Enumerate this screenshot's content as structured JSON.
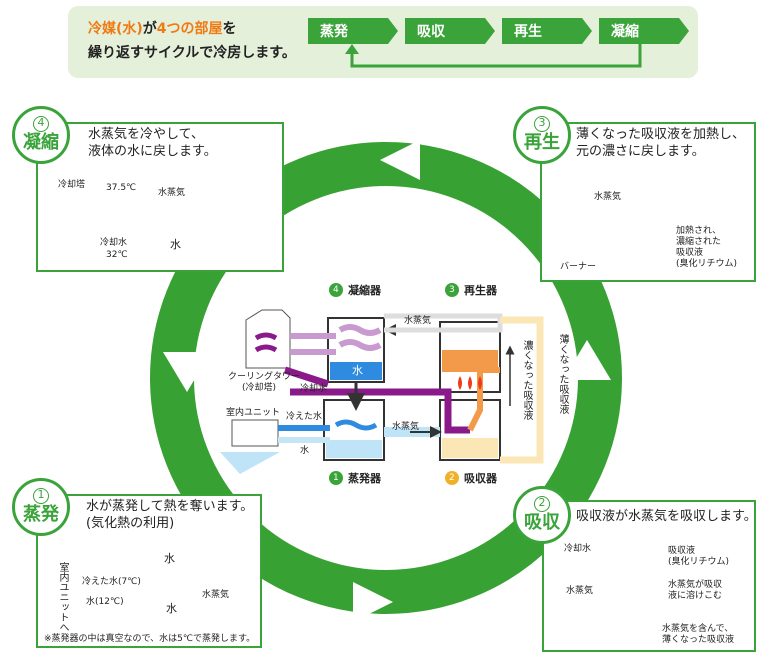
{
  "banner": {
    "line1_a": "冷媒(水)",
    "line1_b": "が",
    "line1_c": "4つの部屋",
    "line1_d": "を",
    "line2": "繰り返すサイクルで冷房します。",
    "steps": [
      "蒸発",
      "吸収",
      "再生",
      "凝縮"
    ]
  },
  "panels": {
    "condense": {
      "num": "4",
      "title": "凝縮",
      "desc1": "水蒸気を冷やして、",
      "desc2": "液体の水に戻します。",
      "labels": {
        "tower": "冷却塔",
        "temp_hot": "37.5℃",
        "vapor": "水蒸気",
        "cool_water": "冷却水",
        "temp_cool": "32℃",
        "water": "水"
      }
    },
    "regen": {
      "num": "3",
      "title": "再生",
      "desc1": "薄くなった吸収液を加熱し、",
      "desc2": "元の濃さに戻します。",
      "labels": {
        "vapor": "水蒸気",
        "heated1": "加熱され、",
        "heated2": "濃縮された",
        "heated3": "吸収液",
        "heated4": "(臭化リチウム)",
        "burner": "バーナー"
      }
    },
    "evap": {
      "num": "1",
      "title": "蒸発",
      "desc1": "水が蒸発して熱を奪います。",
      "desc2": "(気化熱の利用)",
      "labels": {
        "water": "水",
        "unit": "室内ユニットへ",
        "cold7": "冷えた水(7℃)",
        "water12": "水(12℃)",
        "vapor": "水蒸気",
        "water_bottom": "水",
        "note": "※蒸発器の中は真空なので、水は5℃で蒸発します。"
      }
    },
    "absorb": {
      "num": "2",
      "title": "吸収",
      "desc1": "吸収液が水蒸気を吸収します。",
      "labels": {
        "cool_water": "冷却水",
        "liquid1": "吸収液",
        "liquid2": "(臭化リチウム)",
        "vapor": "水蒸気",
        "absorbs1": "水蒸気が吸収",
        "absorbs2": "液に溶けこむ",
        "dilute1": "水蒸気を含んで、",
        "dilute2": "薄くなった吸収液"
      }
    }
  },
  "center": {
    "condenser": "凝縮器",
    "condenser_num": "4",
    "regenerator": "再生器",
    "regenerator_num": "3",
    "evaporator": "蒸発器",
    "evaporator_num": "1",
    "absorber": "吸収器",
    "absorber_num": "2",
    "tower1": "クーリングタワー",
    "tower2": "(冷却塔)",
    "cool_water": "冷却水",
    "vapor_top": "水蒸気",
    "water": "水",
    "indoor": "室内ユニット",
    "cold_water": "冷えた水",
    "water2": "水",
    "vapor_mid": "水蒸気",
    "conc": "濃くなった吸収液",
    "dilute": "薄くなった吸収液"
  },
  "colors": {
    "green": "#3aa33a",
    "orange": "#f07a12",
    "purple": "#8a1a8a",
    "lavender": "#c89ad0",
    "blue": "#2e8be0",
    "lightblue": "#bfe3f7",
    "cream": "#fbe7b5"
  }
}
